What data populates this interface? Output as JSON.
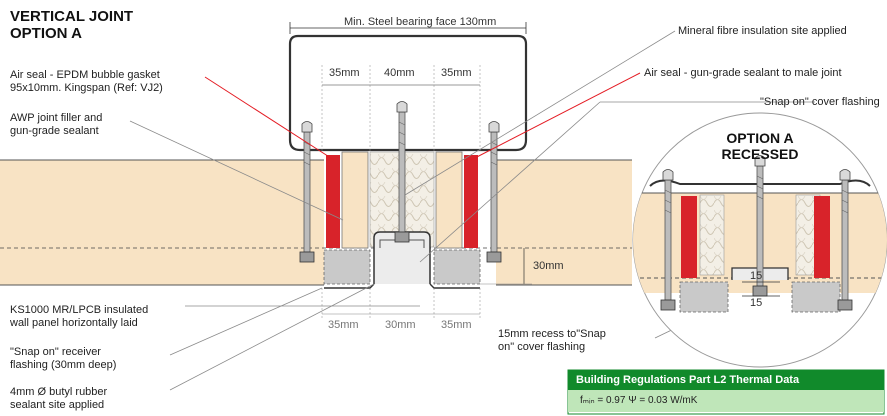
{
  "title": {
    "line1": "VERTICAL JOINT",
    "line2": "OPTION A"
  },
  "labels": {
    "air_seal_epdm_1": "Air seal - EPDM bubble gasket",
    "air_seal_epdm_2": "95x10mm. Kingspan (Ref: VJ2)",
    "awp_1": "AWP joint filler and",
    "awp_2": "gun-grade sealant",
    "panel_1": "KS1000 MR/LPCB insulated",
    "panel_2": "wall panel horizontally laid",
    "receiver_1": "\"Snap on\" receiver",
    "receiver_2": "flashing (30mm deep)",
    "butyl_1": "4mm Ø butyl rubber",
    "butyl_2": "sealant site applied",
    "mineral": "Mineral fibre insulation site applied",
    "air_seal_gun": "Air seal - gun-grade sealant to male joint",
    "snap_cover": "\"Snap on\" cover flashing",
    "recess_1": "15mm recess to\"Snap",
    "recess_2": "on\" cover flashing"
  },
  "dimensions": {
    "bearing": "Min. Steel bearing face 130mm",
    "top_a": "35mm",
    "top_b": "40mm",
    "top_c": "35mm",
    "bottom_a": "35mm",
    "bottom_b": "30mm",
    "bottom_c": "35mm",
    "depth": "30mm",
    "recess_a": "15",
    "recess_b": "15"
  },
  "option_b": {
    "line1": "OPTION A",
    "line2": "RECESSED"
  },
  "thermal": {
    "heading": "Building Regulations Part L2 Thermal Data",
    "values": "fₘᵢₙ = 0.97   Ψ = 0.03 W/mK"
  },
  "colors": {
    "panel": "#f8e3c4",
    "gasket": "#d8232a",
    "insulation": "#f2eee4",
    "flashing": "#c8c8c8",
    "leader_red": "#e41b23",
    "green_head": "#118a2b",
    "green_body": "#bfe6b9"
  }
}
